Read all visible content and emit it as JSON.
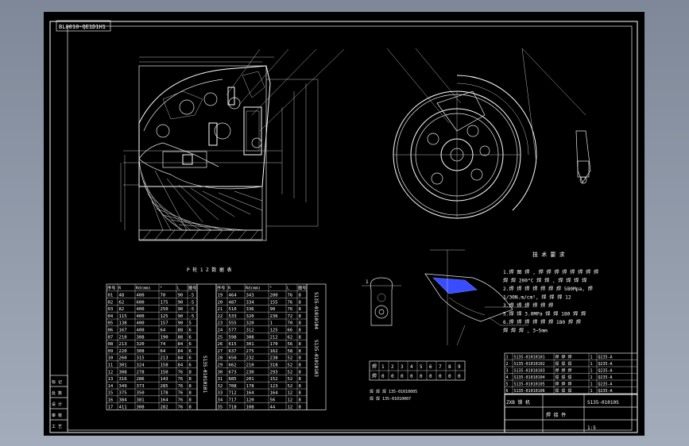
{
  "drawing_code": "BL0010-QE1D1H1",
  "table_title": "P 轮 1 Z 数 据 表",
  "table_headers": [
    "序号",
    "R",
    "Rd(mm)",
    "°",
    "L",
    "图号"
  ],
  "table_left_rows": [
    [
      "01",
      "48",
      "400",
      "70",
      "90",
      "-5"
    ],
    [
      "02",
      "62",
      "600",
      "175",
      "90",
      "-5"
    ],
    [
      "03",
      "82",
      "400",
      "250",
      "90",
      "-5"
    ],
    [
      "04",
      "115",
      "400",
      "125",
      "90",
      "-5"
    ],
    [
      "05",
      "138",
      "400",
      "157",
      "90",
      "5"
    ],
    [
      "06",
      "167",
      "400",
      "64",
      "88",
      "6"
    ],
    [
      "07",
      "210",
      "308",
      "190",
      "88",
      "6"
    ],
    [
      "08",
      "213",
      "320",
      "74",
      "84",
      "6"
    ],
    [
      "09",
      "220",
      "308",
      "64",
      "84",
      "6"
    ],
    [
      "10",
      "260",
      "315",
      "213",
      "84",
      "6"
    ],
    [
      "11",
      "301",
      "324",
      "158",
      "84",
      "6"
    ],
    [
      "12",
      "308",
      "278",
      "150",
      "76",
      "8"
    ],
    [
      "13",
      "316",
      "286",
      "143",
      "76",
      "8"
    ],
    [
      "14",
      "349",
      "373",
      "285",
      "76",
      "8"
    ],
    [
      "15",
      "375",
      "350",
      "178",
      "76",
      "8"
    ],
    [
      "16",
      "384",
      "381",
      "164",
      "76",
      "8"
    ],
    [
      "17",
      "411",
      "308",
      "282",
      "76",
      "8"
    ]
  ],
  "table_right_rows": [
    [
      "19",
      "464",
      "343",
      "200",
      "76",
      "8"
    ],
    [
      "20",
      "487",
      "334",
      "155",
      "76",
      "8"
    ],
    [
      "21",
      "510",
      "336",
      "90",
      "76",
      "8"
    ],
    [
      "22",
      "533",
      "320",
      "236",
      "72",
      "8"
    ],
    [
      "23",
      "555",
      "320",
      "1",
      "70",
      "8"
    ],
    [
      "24",
      "577",
      "312",
      "125",
      "66",
      "8"
    ],
    [
      "25",
      "598",
      "308",
      "212",
      "62",
      "8"
    ],
    [
      "26",
      "615",
      "301",
      "170",
      "56",
      "8"
    ],
    [
      "27",
      "637",
      "275",
      "162",
      "58",
      "8"
    ],
    [
      "28",
      "650",
      "232",
      "238",
      "52",
      "8"
    ],
    [
      "29",
      "662",
      "210",
      "318",
      "52",
      "8"
    ],
    [
      "30",
      "673",
      "230",
      "293",
      "52",
      "8"
    ],
    [
      "31",
      "685",
      "201",
      "152",
      "52",
      "8"
    ],
    [
      "32",
      "708",
      "178",
      "123",
      "52",
      "8"
    ],
    [
      "33",
      "712",
      "164",
      "164",
      "12",
      "8"
    ],
    [
      "34",
      "717",
      "120",
      "56",
      "12",
      "8"
    ],
    [
      "35",
      "718",
      "108",
      "44",
      "12",
      "8"
    ]
  ],
  "table_side_labels": [
    "S135-01010104",
    "S135-01010101",
    "S135-01010103"
  ],
  "tech_title": "技 术 要 求",
  "tech_lines": [
    "1.焊 图 焊 , 焊 焊 焊 焊 焊 焊 焊 焊",
    "  焊 焊 200°C 焊 焊 , 焊 焊 焊 焊",
    "2.焊 焊 焊 焊 焊 焊 焊 580Mpa, 焊",
    "  1/30N.m/cm², 焊 焊 焊 12",
    "3.焊 焊 焊 焊 焊 焊",
    "5.焊 焊 3.0MPa 焊 焊 180 焊 焊",
    "6.焊 焊 焊 焊 焊 焊 180 焊 焊",
    "  焊 焊 焊 , 3~5mm"
  ],
  "parts_rows": [
    [
      "1",
      "S135-01010101",
      "焊 焊 焊",
      "1",
      "Q235-A"
    ],
    [
      "2",
      "S135-01010102",
      "焊 焊 焊",
      "1",
      "Q235-A"
    ],
    [
      "3",
      "S135-01010103",
      "焊 焊 焊",
      "1",
      "Q235-A"
    ],
    [
      "4",
      "S135-01010104",
      "焊 焊 焊",
      "1",
      "Q235-A"
    ],
    [
      "5",
      "S135-01010105",
      "焊 焊 焊",
      "1",
      "Q235-A"
    ],
    [
      "6",
      "S135-01010106",
      "焊 焊 焊",
      "1",
      "Q235-A"
    ]
  ],
  "title_block": {
    "project": "ZXB 锁 机",
    "drawing_no": "S135-01010S",
    "material": "焊 接 件",
    "scale": "1:5"
  },
  "center_table_rows": [
    [
      "焊",
      "1",
      "2",
      "3",
      "4",
      "5",
      "6",
      "7",
      "8",
      "9"
    ],
    [
      "焊",
      "0",
      "0",
      "0",
      "0",
      "0",
      "0",
      "0",
      "0",
      "0"
    ]
  ],
  "center_notes": [
    "焊 焊 焊 135-01010005",
    "焊 焊 135-01010007"
  ],
  "detail_label": "1",
  "left_margin_labels": [
    "标 记",
    "处 数",
    "设 计",
    "审 核",
    "工 艺"
  ]
}
